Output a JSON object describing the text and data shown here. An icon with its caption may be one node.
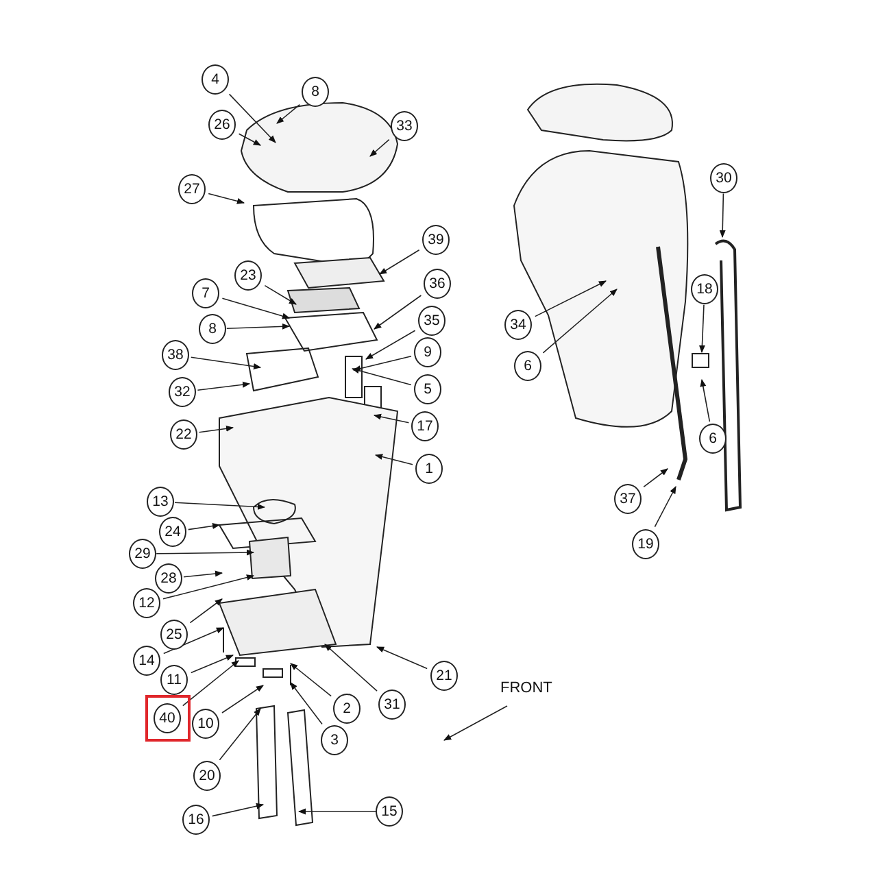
{
  "diagram": {
    "nodes": [
      {
        "text": [
          "4"
        ]
      },
      {
        "text": [
          "8"
        ]
      },
      {
        "text": [
          "26"
        ]
      },
      {
        "text": [
          "33"
        ]
      },
      {
        "text": [
          "30"
        ]
      },
      {
        "text": [
          "27"
        ]
      },
      {
        "text": [
          "39"
        ]
      },
      {
        "text": [
          "23"
        ]
      },
      {
        "text": [
          "36"
        ]
      },
      {
        "text": [
          "18"
        ]
      },
      {
        "text": [
          "7"
        ]
      },
      {
        "text": [
          "35"
        ]
      },
      {
        "text": [
          "34"
        ]
      },
      {
        "text": [
          "8"
        ]
      },
      {
        "text": [
          "9"
        ]
      },
      {
        "text": [
          "38"
        ]
      },
      {
        "text": [
          "6"
        ]
      },
      {
        "text": [
          "5"
        ]
      },
      {
        "text": [
          "32"
        ]
      },
      {
        "text": [
          "17"
        ]
      },
      {
        "text": [
          "22"
        ]
      },
      {
        "text": [
          "6"
        ]
      },
      {
        "text": [
          "1"
        ]
      },
      {
        "text": [
          "37"
        ]
      },
      {
        "text": [
          "13"
        ]
      },
      {
        "text": [
          "24"
        ]
      },
      {
        "text": [
          "19"
        ]
      },
      {
        "text": [
          "29"
        ]
      },
      {
        "text": [
          "28"
        ]
      },
      {
        "text": [
          "12"
        ]
      },
      {
        "text": [
          "25"
        ]
      },
      {
        "text": [
          "14"
        ]
      },
      {
        "text": [
          "21"
        ]
      },
      {
        "text": [
          "11"
        ]
      },
      {
        "text": [
          "31"
        ]
      },
      {
        "text": [
          "2"
        ]
      },
      {
        "text": [
          "40"
        ]
      },
      {
        "text": [
          "10"
        ]
      },
      {
        "text": [
          "3"
        ]
      },
      {
        "text": [
          "20"
        ]
      },
      {
        "text": [
          "15"
        ]
      },
      {
        "text": [
          "16"
        ]
      }
    ],
    "edges": [
      {
        "from": 0,
        "to": null,
        "arrow": "to"
      },
      {
        "from": 1,
        "to": null,
        "arrow": "to"
      },
      {
        "from": 2,
        "to": null,
        "arrow": "to"
      },
      {
        "from": 3,
        "to": null,
        "arrow": "to"
      },
      {
        "from": 4,
        "to": null,
        "arrow": "to"
      },
      {
        "from": 5,
        "to": null,
        "arrow": "to"
      },
      {
        "from": 6,
        "to": null,
        "arrow": "to"
      },
      {
        "from": 7,
        "to": null,
        "arrow": "to"
      },
      {
        "from": 8,
        "to": null,
        "arrow": "to"
      },
      {
        "from": 9,
        "to": null,
        "arrow": "to"
      },
      {
        "from": 10,
        "to": null,
        "arrow": "to"
      },
      {
        "from": 11,
        "to": null,
        "arrow": "to"
      },
      {
        "from": 12,
        "to": null,
        "arrow": "to"
      },
      {
        "from": 13,
        "to": null,
        "arrow": "to"
      },
      {
        "from": 14,
        "to": null,
        "arrow": "to"
      },
      {
        "from": 15,
        "to": null,
        "arrow": "to"
      },
      {
        "from": 16,
        "to": null,
        "arrow": "to"
      },
      {
        "from": 17,
        "to": null,
        "arrow": "to"
      },
      {
        "from": 18,
        "to": null,
        "arrow": "to"
      },
      {
        "from": 19,
        "to": null,
        "arrow": "to"
      },
      {
        "from": 20,
        "to": null,
        "arrow": "to"
      },
      {
        "from": 21,
        "to": null,
        "arrow": "to"
      },
      {
        "from": 22,
        "to": null,
        "arrow": "to"
      },
      {
        "from": 23,
        "to": null,
        "arrow": "to"
      },
      {
        "from": 24,
        "to": null,
        "arrow": "to"
      },
      {
        "from": 25,
        "to": null,
        "arrow": "to"
      },
      {
        "from": 26,
        "to": null,
        "arrow": "to"
      },
      {
        "from": 27,
        "to": null,
        "arrow": "to"
      },
      {
        "from": 28,
        "to": null,
        "arrow": "to"
      },
      {
        "from": 29,
        "to": null,
        "arrow": "to"
      },
      {
        "from": 30,
        "to": null,
        "arrow": "to"
      },
      {
        "from": 31,
        "to": null,
        "arrow": "to"
      },
      {
        "from": 32,
        "to": null,
        "arrow": "to"
      },
      {
        "from": 33,
        "to": null,
        "arrow": "to"
      },
      {
        "from": 34,
        "to": null,
        "arrow": "to"
      },
      {
        "from": 35,
        "to": null,
        "arrow": "to"
      },
      {
        "from": 36,
        "to": null,
        "arrow": "to"
      },
      {
        "from": 37,
        "to": null,
        "arrow": "to"
      },
      {
        "from": 38,
        "to": null,
        "arrow": "to"
      },
      {
        "from": 39,
        "to": null,
        "arrow": "to"
      },
      {
        "from": 40,
        "to": null,
        "arrow": "to"
      },
      {
        "from": 41,
        "to": null,
        "arrow": "to"
      }
    ],
    "labels": [
      "FRONT"
    ]
  }
}
